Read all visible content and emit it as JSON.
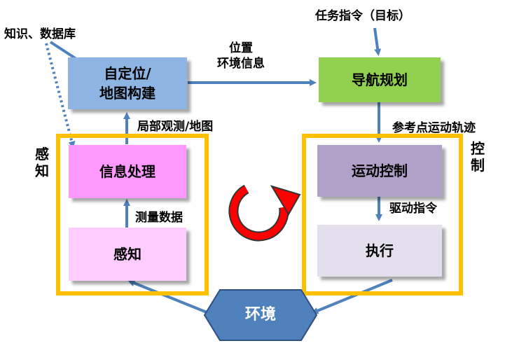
{
  "labels": {
    "knowledge": "知识、数据库",
    "task": "任务指令（目标）",
    "position_env": "位置\n环境信息",
    "local_obs": "局部观测/地图",
    "ref_traj": "参考点运动轨迹",
    "measure": "测量数据",
    "drive_cmd": "驱动指令",
    "perception_group": "感\n知",
    "control_group": "控\n制"
  },
  "nodes": {
    "localization": "自定位/\n地图构建",
    "navigation": "导航规划",
    "info_processing": "信息处理",
    "sensing": "感知",
    "motion_control": "运动控制",
    "execution": "执行",
    "environment": "环境"
  },
  "colors": {
    "localization": "#8DB4E2",
    "navigation": "#92D050",
    "info_processing": "#FF99FF",
    "sensing": "#FFCCFF",
    "motion_control": "#B1A0C7",
    "execution": "#E4DFEC",
    "environment": "#4F81BD",
    "arrow": "#4F81BD",
    "frame": "#FFC000",
    "cycle": "#FF0000"
  }
}
